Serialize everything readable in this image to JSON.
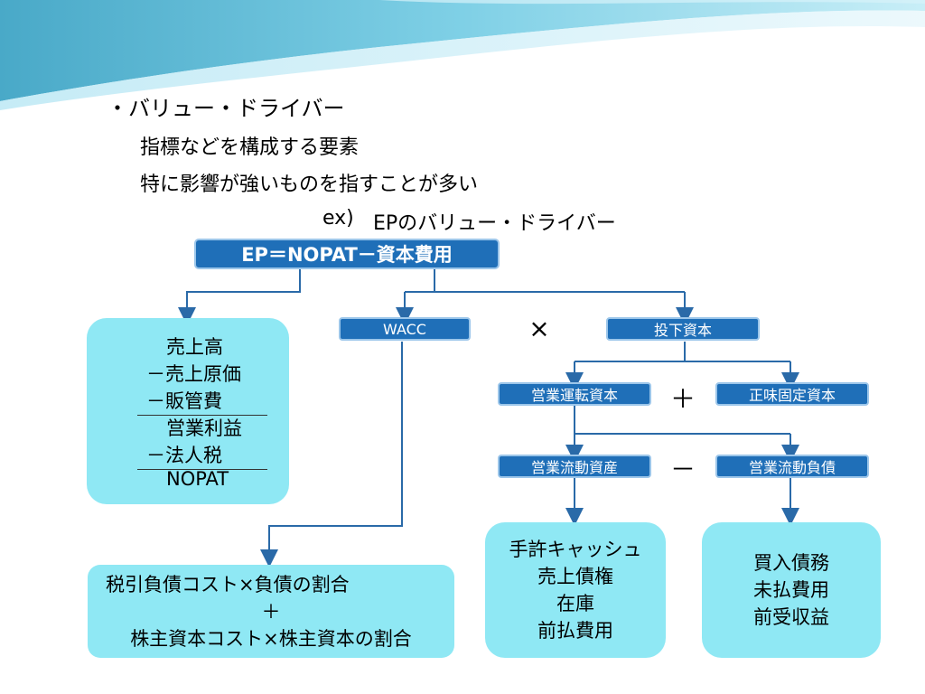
{
  "heading": "・バリュー・ドライバー",
  "desc_lines": [
    "指標などを構成する要素",
    "特に影響が強いものを指すことが多い"
  ],
  "example": {
    "prefix": "ex)",
    "text": "EPのバリュー・ドライバー"
  },
  "formula": "EP＝NOPAT－資本費用",
  "nopat_box": {
    "lines": [
      "売上高",
      "－売上原価",
      "－販管費",
      "営業利益",
      "－法人税",
      "NOPAT"
    ]
  },
  "wacc": {
    "label": "WACC",
    "detail": [
      "税引負債コスト×負債の割合",
      "＋",
      "株主資本コスト×株主資本の割合"
    ]
  },
  "invested_capital": {
    "label": "投下資本",
    "working_capital": "営業運転資本",
    "fixed_assets": "正味固定資本",
    "current_assets": "営業流動資産",
    "current_liabilities": "営業流動負債",
    "assets_detail": [
      "手許キャッシュ",
      "売上債権",
      "在庫",
      "前払費用"
    ],
    "liabilities_detail": [
      "買入債務",
      "未払費用",
      "前受収益"
    ]
  },
  "operators": {
    "multiply": "×",
    "plus": "＋",
    "minus": "－"
  },
  "colors": {
    "box_blue": "#1f6fb8",
    "box_cyan": "#8fe8f4",
    "wire": "#2a6aa8"
  }
}
